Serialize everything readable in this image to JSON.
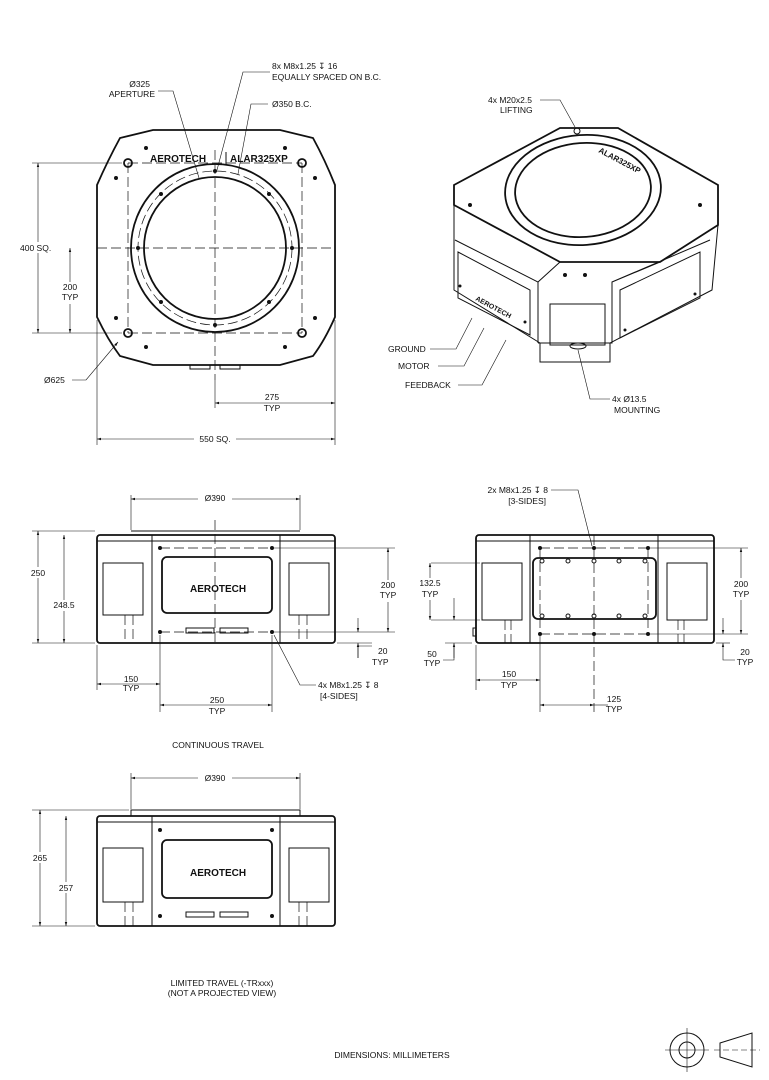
{
  "top_view": {
    "aperture": [
      "Ø325",
      "APERTURE"
    ],
    "mount_holes": [
      "8x M8x1.25 ↧ 16",
      "EQUALLY SPACED ON B.C."
    ],
    "bolt_circle": "Ø350 B.C.",
    "height": "400 SQ.",
    "half_height": [
      "200",
      "TYP"
    ],
    "outer_diameter": "Ø625",
    "half_width": [
      "275",
      "TYP"
    ],
    "width": "550 SQ.",
    "logo": "AEROTECH",
    "model": "ALAR325XP"
  },
  "iso_view": {
    "lifting": [
      "4x M20x2.5",
      "LIFTING"
    ],
    "ground": "GROUND",
    "motor": "MOTOR",
    "feedback": "FEEDBACK",
    "mounting": [
      "4x  Ø13.5",
      "MOUNTING"
    ]
  },
  "continuous_front": {
    "top_diameter": "Ø390",
    "height_outer": "250",
    "height_inner": "248.5",
    "hole_span": [
      "200",
      "TYP"
    ],
    "bottom_offset": [
      "20",
      "TYP"
    ],
    "side_offset": [
      "150",
      "TYP"
    ],
    "hole_width": [
      "250",
      "TYP"
    ],
    "holes": [
      "4x M8x1.25 ↧ 8",
      "[4-SIDES]"
    ],
    "logo": "AEROTECH",
    "caption": "CONTINUOUS TRAVEL"
  },
  "continuous_side": {
    "holes": [
      "2x M8x1.25 ↧ 8",
      "[3-SIDES]"
    ],
    "connector_height": [
      "132.5",
      "TYP"
    ],
    "connector_offset": [
      "50",
      "TYP"
    ],
    "hole_span": [
      "200",
      "TYP"
    ],
    "bottom_offset": [
      "20",
      "TYP"
    ],
    "side_offset": [
      "150",
      "TYP"
    ],
    "center_offset": [
      "125",
      "TYP"
    ]
  },
  "limited_front": {
    "top_diameter": "Ø390",
    "height_outer": "265",
    "height_inner": "257",
    "logo": "AEROTECH",
    "caption": [
      "LIMITED TRAVEL (-TRxxx)",
      "(NOT A PROJECTED VIEW)"
    ]
  },
  "footer": {
    "units": "DIMENSIONS:  MILLIMETERS"
  }
}
